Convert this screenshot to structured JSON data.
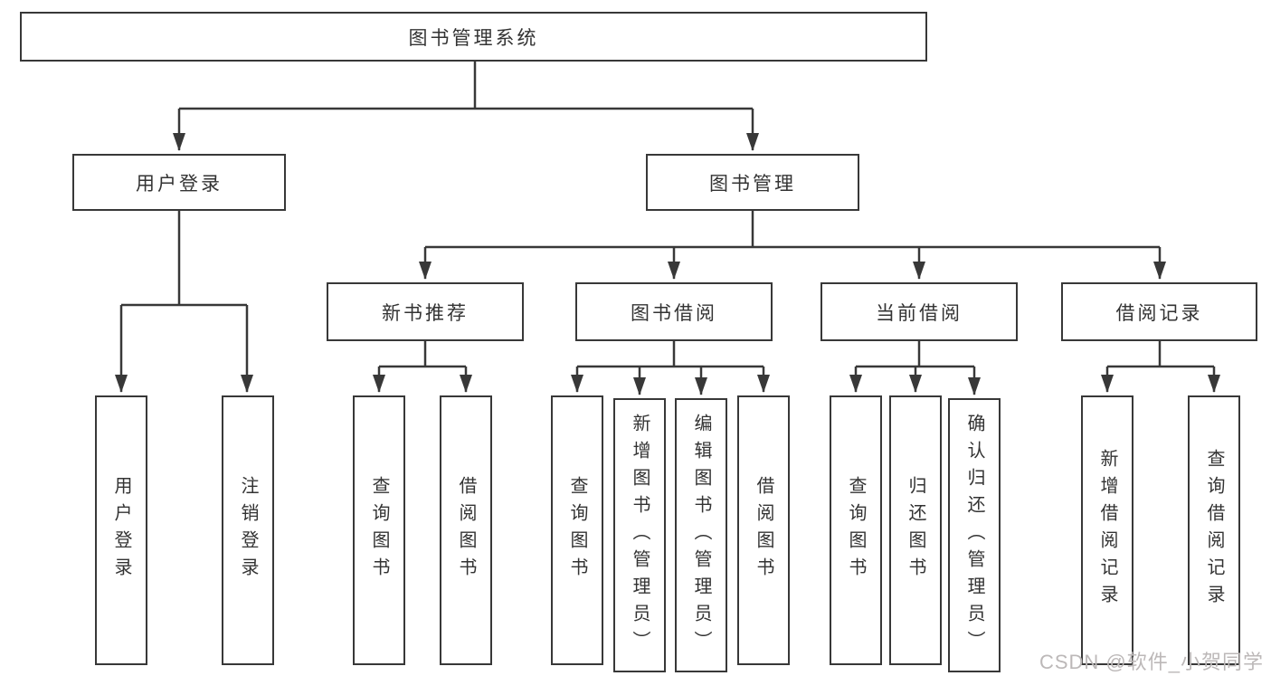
{
  "diagram": {
    "type": "hierarchy-tree",
    "nodes": {
      "root": {
        "label": "图书管理系统"
      },
      "user_login": {
        "label": "用户登录"
      },
      "book_management": {
        "label": "图书管理"
      },
      "new_book_recommend": {
        "label": "新书推荐"
      },
      "book_borrow": {
        "label": "图书借阅"
      },
      "current_borrow": {
        "label": "当前借阅"
      },
      "borrow_record": {
        "label": "借阅记录"
      },
      "leaf_user_login": {
        "label": "用户登录"
      },
      "leaf_logout": {
        "label": "注销登录"
      },
      "leaf_nbr_query_book": {
        "label": "查询图书"
      },
      "leaf_nbr_borrow_book": {
        "label": "借阅图书"
      },
      "leaf_bb_query_book": {
        "label": "查询图书"
      },
      "leaf_bb_add_book": {
        "label": "新增图书（管理员）"
      },
      "leaf_bb_edit_book": {
        "label": "编辑图书（管理员）"
      },
      "leaf_bb_borrow_book": {
        "label": "借阅图书"
      },
      "leaf_cb_query_book": {
        "label": "查询图书"
      },
      "leaf_cb_return_book": {
        "label": "归还图书"
      },
      "leaf_cb_confirm_return": {
        "label": "确认归还（管理员）"
      },
      "leaf_br_add_record": {
        "label": "新增借阅记录"
      },
      "leaf_br_query_record": {
        "label": "查询借阅记录"
      }
    },
    "edges": [
      [
        "图书管理系统",
        "用户登录"
      ],
      [
        "图书管理系统",
        "图书管理"
      ],
      [
        "用户登录",
        "用户登录(叶)"
      ],
      [
        "用户登录",
        "注销登录"
      ],
      [
        "图书管理",
        "新书推荐"
      ],
      [
        "图书管理",
        "图书借阅"
      ],
      [
        "图书管理",
        "当前借阅"
      ],
      [
        "图书管理",
        "借阅记录"
      ],
      [
        "新书推荐",
        "查询图书"
      ],
      [
        "新书推荐",
        "借阅图书"
      ],
      [
        "图书借阅",
        "查询图书"
      ],
      [
        "图书借阅",
        "新增图书（管理员）"
      ],
      [
        "图书借阅",
        "编辑图书（管理员）"
      ],
      [
        "图书借阅",
        "借阅图书"
      ],
      [
        "当前借阅",
        "查询图书"
      ],
      [
        "当前借阅",
        "归还图书"
      ],
      [
        "当前借阅",
        "确认归还（管理员）"
      ],
      [
        "借阅记录",
        "新增借阅记录"
      ],
      [
        "借阅记录",
        "查询借阅记录"
      ]
    ],
    "colors": {
      "line": "#383838",
      "box_border": "#383838",
      "text": "#333333",
      "background": "#ffffff",
      "watermark": "#bcb8b8"
    }
  },
  "watermark": {
    "text": "CSDN @软件_小贺同学"
  }
}
